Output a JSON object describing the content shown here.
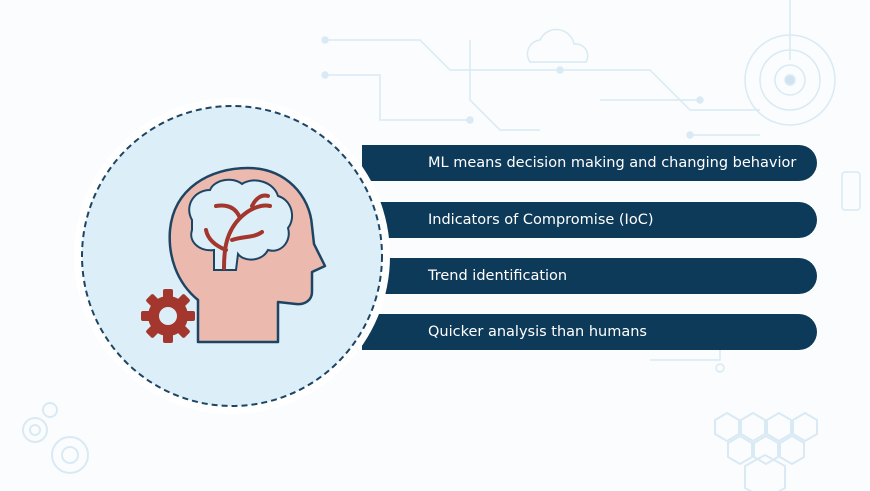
{
  "items": [
    {
      "label": "ML means decision making and changing behavior"
    },
    {
      "label": "Indicators of Compromise (IoC)"
    },
    {
      "label": "Trend identification"
    },
    {
      "label": "Quicker analysis than humans"
    }
  ],
  "colors": {
    "bar": "#0e3a5a",
    "circle_fill": "#dceef7",
    "head_fill": "#ecb9ae",
    "brain_fill": "#dceef7",
    "outline": "#1d4563",
    "gear": "#a3372d",
    "background_art": "#d6e9f3"
  },
  "icons": [
    "head-brain-icon",
    "gear-icon",
    "cloud-icon",
    "phone-icon",
    "gears-icon",
    "hexagon-pattern-icon"
  ]
}
